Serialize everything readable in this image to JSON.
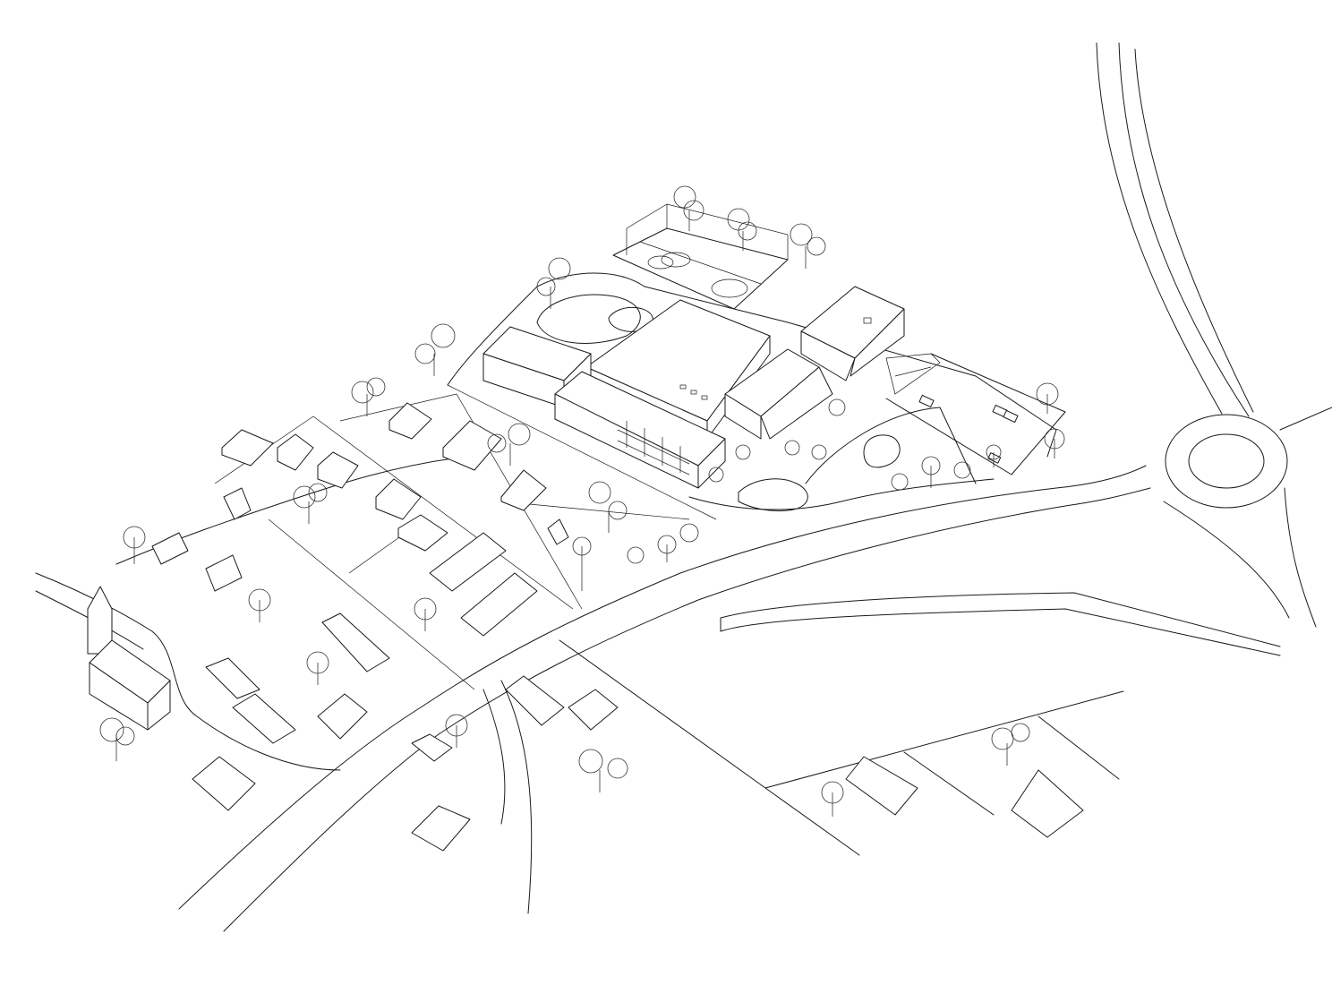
{
  "title": "",
  "colors": {
    "background": "#ffffff",
    "line": "#1a1a1a"
  },
  "elements": {
    "roads": [
      "main-road",
      "roundabout",
      "north-road",
      "village-street",
      "side-street",
      "lower-road"
    ],
    "buildings": [
      "school-complex",
      "sports-hall",
      "annex-building",
      "church",
      "houses"
    ],
    "landscape": [
      "sports-court",
      "playground-ponds",
      "parking-lot",
      "trees"
    ]
  }
}
